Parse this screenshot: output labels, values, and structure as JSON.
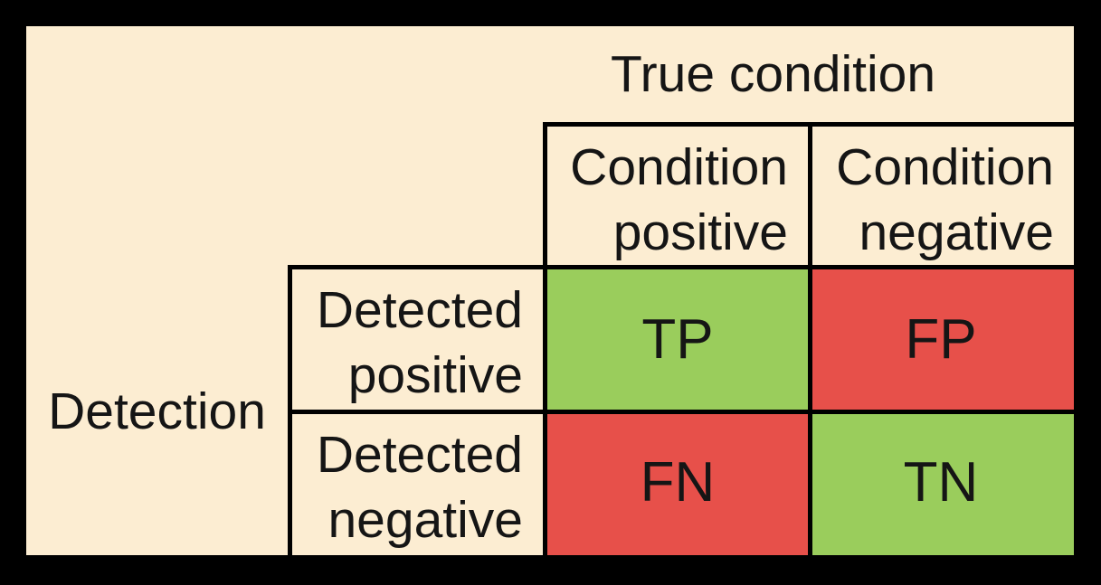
{
  "figure": {
    "type": "confusion-matrix",
    "column_group_label": "True condition",
    "row_group_label": "Detection"
  },
  "columns": [
    {
      "line1": "Condition",
      "line2": "positive"
    },
    {
      "line1": "Condition",
      "line2": "negative"
    }
  ],
  "rows": [
    {
      "line1": "Detected",
      "line2": "positive"
    },
    {
      "line1": "Detected",
      "line2": "negative"
    }
  ],
  "cells": [
    {
      "id": "tp",
      "label": "TP",
      "bg": "#9ACD5C"
    },
    {
      "id": "fp",
      "label": "FP",
      "bg": "#E7504A"
    },
    {
      "id": "fn",
      "label": "FN",
      "bg": "#E7504A"
    },
    {
      "id": "tn",
      "label": "TN",
      "bg": "#9ACD5C"
    }
  ],
  "colors": {
    "background": "#000000",
    "panel": "#FCEDD2",
    "correct": "#9ACD5C",
    "incorrect": "#E7504A",
    "grid_line": "#000000",
    "text": "#151515"
  }
}
